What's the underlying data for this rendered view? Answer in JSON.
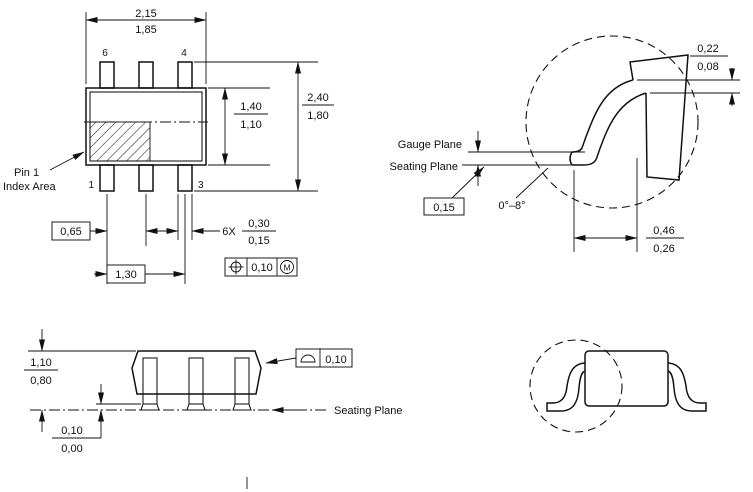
{
  "top_view": {
    "body_width_max": "2,15",
    "body_width_min": "1,85",
    "body_depth_max": "1,40",
    "body_depth_min": "1,10",
    "overall_width_max": "2,40",
    "overall_width_min": "1,80",
    "pin_top_left": "6",
    "pin_top_right": "4",
    "pin_bottom_left": "1",
    "pin_bottom_right": "3",
    "pin1_callout_line1": "Pin 1",
    "pin1_callout_line2": "Index Area",
    "pitch": "0,65",
    "lead_width_qty": "6X",
    "lead_width_max": "0,30",
    "lead_width_min": "0,15",
    "span": "1,30",
    "fcf_tolerance": "0,10",
    "fcf_modifier": "M"
  },
  "lead_detail": {
    "thickness_max": "0,22",
    "thickness_min": "0,08",
    "gauge_plane_label": "Gauge Plane",
    "seating_plane_label": "Seating Plane",
    "gauge_to_seating": "0,15",
    "foot_angle": "0°–8°",
    "foot_length_max": "0,46",
    "foot_length_min": "0,26"
  },
  "side_view": {
    "height_max": "1,10",
    "height_min": "0,80",
    "standoff_max": "0,10",
    "standoff_min": "0,00",
    "coplanarity_tolerance": "0,10",
    "seating_plane_label": "Seating Plane"
  },
  "colors": {
    "line_color": "#111111",
    "background": "#ffffff"
  }
}
